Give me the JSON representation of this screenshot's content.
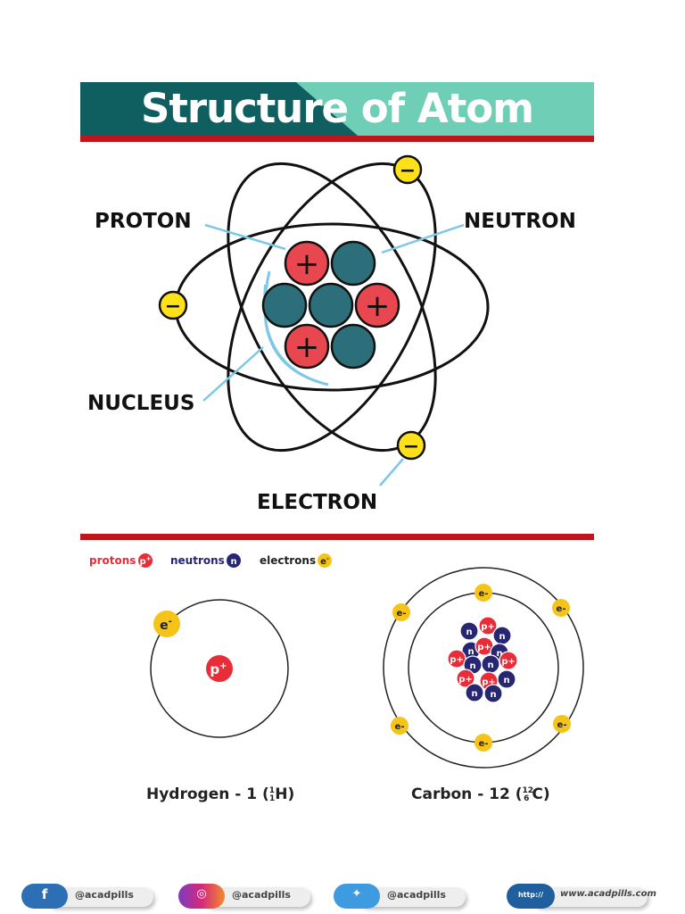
{
  "title": "Structure of Atom",
  "top_diagram": {
    "labels": {
      "proton": "PROTON",
      "neutron": "NEUTRON",
      "nucleus": "NUCLEUS",
      "electron": "ELECTRON"
    },
    "proton_symbol": "+",
    "electron_symbol": "−",
    "colors": {
      "proton": "#e8474f",
      "neutron": "#2c6e79",
      "electron": "#ffe11a",
      "leader_line": "#7cc8e6",
      "orbit": "#111111"
    }
  },
  "legend": {
    "protons": {
      "label": "protons",
      "symbol": "p",
      "charge": "+"
    },
    "neutrons": {
      "label": "neutrons",
      "symbol": "n"
    },
    "electrons": {
      "label": "electrons",
      "symbol": "e",
      "charge": "-"
    }
  },
  "particle_colors": {
    "proton": "#e82c38",
    "neutron": "#262673",
    "electron": "#f6c418"
  },
  "examples": {
    "hydrogen": {
      "name": "Hydrogen - 1 (",
      "mass": "1",
      "atomic": "1",
      "symbol": "H",
      "close": ")"
    },
    "carbon": {
      "name": "Carbon - 12 (",
      "mass": "12",
      "atomic": "6",
      "symbol": "C",
      "close": ")"
    }
  },
  "footer": {
    "facebook": {
      "handle": "@acadpills",
      "icon": "facebook-icon",
      "color": "#2d6fb5"
    },
    "instagram": {
      "handle": "@acadpills",
      "icon": "instagram-icon",
      "color": "#d6297a"
    },
    "twitter": {
      "handle": "@acadpills",
      "icon": "twitter-icon",
      "color": "#3f9be0"
    },
    "website": {
      "url": "www.acadpills.com",
      "badge": "http://",
      "icon": "cursor-icon",
      "color": "#1f77b4"
    }
  }
}
